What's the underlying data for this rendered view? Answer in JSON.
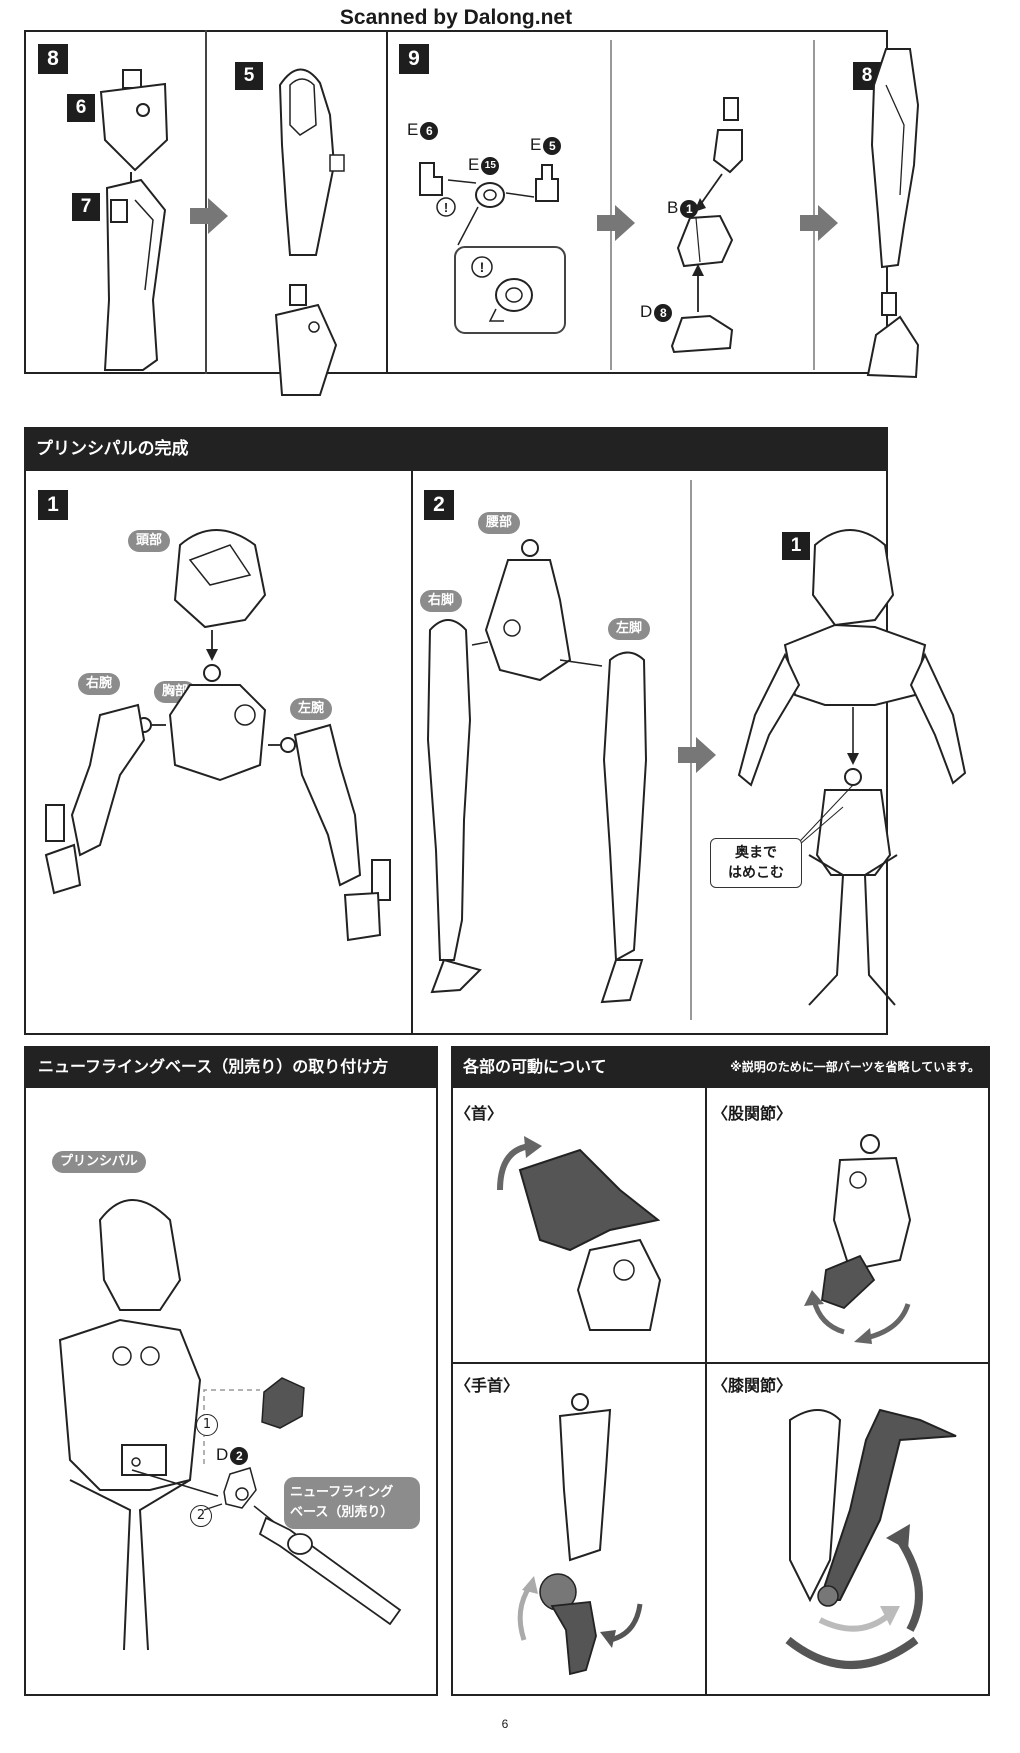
{
  "header": {
    "watermark": "Scanned by Dalong.net"
  },
  "step8": {
    "number": "8",
    "part_upper": "6",
    "part_lower": "7",
    "result_number": "5"
  },
  "step9": {
    "number": "9",
    "parts": {
      "e6": "E",
      "e6_num": "6",
      "e15": "E",
      "e15_num": "15",
      "e5": "E",
      "e5_num": "5",
      "b1": "B",
      "b1_num": "1",
      "d8": "D",
      "d8_num": "8"
    },
    "result_number": "8"
  },
  "principal": {
    "title": "プリンシパルの完成",
    "step1": {
      "number": "1",
      "head": "頭部",
      "chest": "胸部",
      "right_arm": "右腕",
      "left_arm": "左腕"
    },
    "step2": {
      "number": "2",
      "waist": "腰部",
      "right_leg": "右脚",
      "left_leg": "左脚",
      "result_number": "1",
      "callout_line1": "奥まで",
      "callout_line2": "はめこむ"
    }
  },
  "flying_base": {
    "title": "ニューフライングベース（別売り）の取り付け方",
    "tag": "プリンシパル",
    "step_a": "1",
    "step_b": "2",
    "part_d": "D",
    "part_d_num": "2",
    "label_line1": "ニューフライング",
    "label_line2": "ベース（別売り）"
  },
  "movement": {
    "title": "各部の可動について",
    "note": "※説明のために一部パーツを省略しています。",
    "neck": "〈首〉",
    "hip": "〈股関節〉",
    "wrist": "〈手首〉",
    "knee": "〈膝関節〉"
  },
  "footer": {
    "page_number": "6"
  }
}
